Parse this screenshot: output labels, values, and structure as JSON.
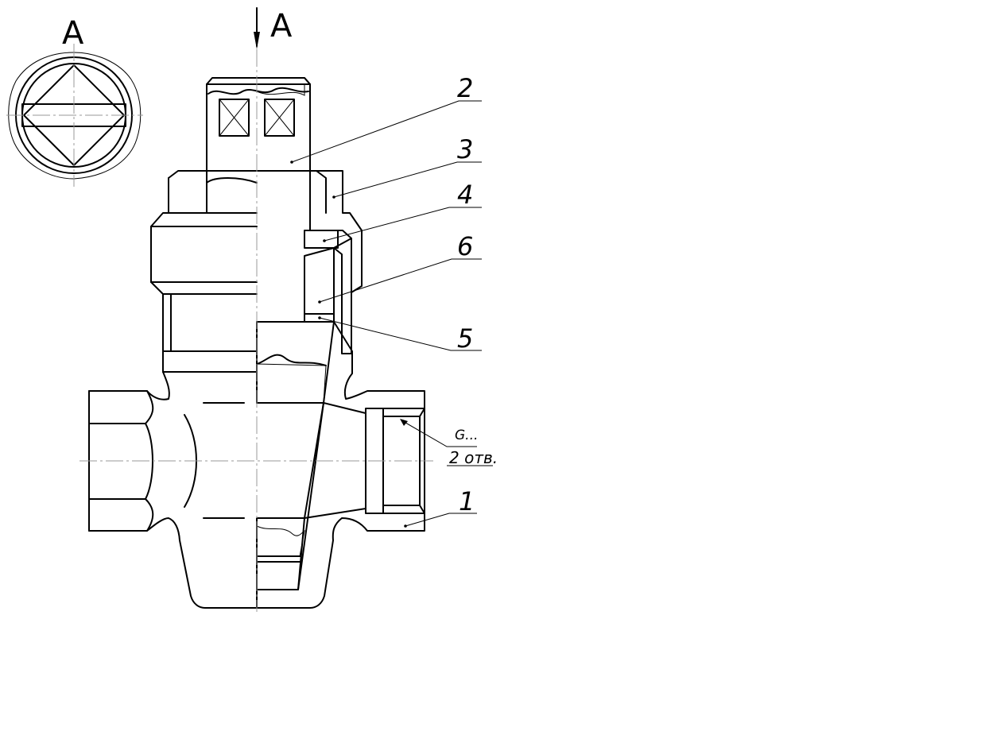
{
  "view_labels": {
    "section_view": "A",
    "cut_arrow": "A"
  },
  "callouts": [
    {
      "id": "part-2",
      "text": "2"
    },
    {
      "id": "part-3",
      "text": "3"
    },
    {
      "id": "part-4",
      "text": "4"
    },
    {
      "id": "part-6",
      "text": "6"
    },
    {
      "id": "part-5",
      "text": "5"
    },
    {
      "id": "part-1",
      "text": "1"
    }
  ],
  "thread_note": {
    "line1": "G...",
    "line2": "2 отв."
  }
}
